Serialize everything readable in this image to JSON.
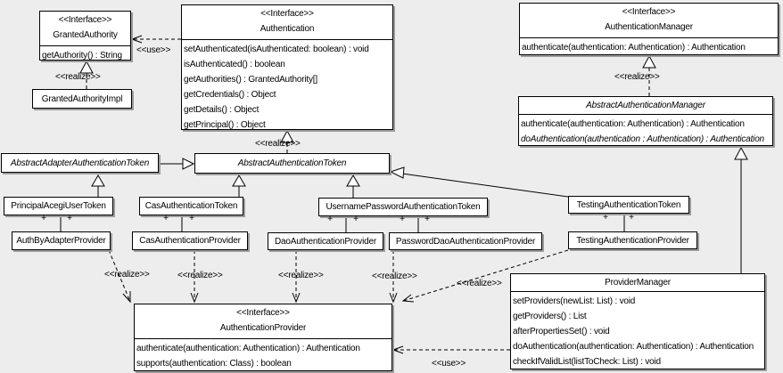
{
  "association_marker": "+",
  "colors": {
    "background": "#ededed",
    "box_fill": "#ffffff",
    "box_border": "#000000",
    "box_shadow": "#9c9c9c",
    "text": "#000000"
  },
  "classes": {
    "granted_authority": {
      "stereotype": "<<Interface>>",
      "name": "GrantedAuthority",
      "methods": [
        "getAuthority() : String"
      ]
    },
    "granted_authority_impl": {
      "name": "GrantedAuthorityImpl"
    },
    "authentication": {
      "stereotype": "<<Interface>>",
      "name": "Authentication",
      "methods": [
        "setAuthenticated(isAuthenticated: boolean) : void",
        "isAuthenticated() : boolean",
        "getAuthorities() : GrantedAuthority[]",
        "getCredentials() : Object",
        "getDetails() : Object",
        "getPrincipal() : Object"
      ]
    },
    "authentication_manager": {
      "stereotype": "<<Interface>>",
      "name": "AuthenticationManager",
      "methods": [
        "authenticate(authentication: Authentication) : Authentication"
      ]
    },
    "abstract_authentication_manager": {
      "name": "AbstractAuthenticationManager",
      "methods": [
        "authenticate(authentication: Authentication) : Authentication",
        "doAuthentication(authentication : Authentication) : Authentication"
      ]
    },
    "abstract_adapter_authentication_token": {
      "name": "AbstractAdapterAuthenticationToken"
    },
    "abstract_authentication_token": {
      "name": "AbstractAuthenticationToken"
    },
    "principal_acegi_user_token": {
      "name": "PrincipalAcegiUserToken"
    },
    "cas_authentication_token": {
      "name": "CasAuthenticationToken"
    },
    "username_password_authentication_token": {
      "name": "UsernamePasswordAuthenticationToken"
    },
    "testing_authentication_token": {
      "name": "TestingAuthenticationToken"
    },
    "auth_by_adapter_provider": {
      "name": "AuthByAdapterProvider"
    },
    "cas_authentication_provider": {
      "name": "CasAuthenticationProvider"
    },
    "dao_authentication_provider": {
      "name": "DaoAuthenticationProvider"
    },
    "password_dao_authentication_provider": {
      "name": "PasswordDaoAuthenticationProvider"
    },
    "testing_authentication_provider": {
      "name": "TestingAuthenticationProvider"
    },
    "provider_manager": {
      "name": "ProviderManager",
      "methods": [
        "setProviders(newList: List) : void",
        "getProviders() : List",
        "afterPropertiesSet() : void",
        "doAuthentication(authentication: Authentication) : Authentication",
        "checkIfValidList(listToCheck: List) : void"
      ]
    },
    "authentication_provider": {
      "stereotype": "<<Interface>>",
      "name": "AuthenticationProvider",
      "methods": [
        "authenticate(authentication: Authentication) : Authentication",
        "supports(authentication: Class) : boolean"
      ]
    }
  },
  "edge_labels": {
    "use_granted_authority": "<<use>>",
    "realize_granted_authority_impl": "<<realize>>",
    "realize_abstract_token": "<<realize>>",
    "realize_abstract_manager": "<<realize>>",
    "realize_auth_by_adapter": "<<realize>>",
    "realize_cas": "<<realize>>",
    "realize_dao": "<<realize>>",
    "realize_password_dao": "<<realize>>",
    "realize_testing": "<<realize>>",
    "use_provider_manager": "<<use>>"
  }
}
